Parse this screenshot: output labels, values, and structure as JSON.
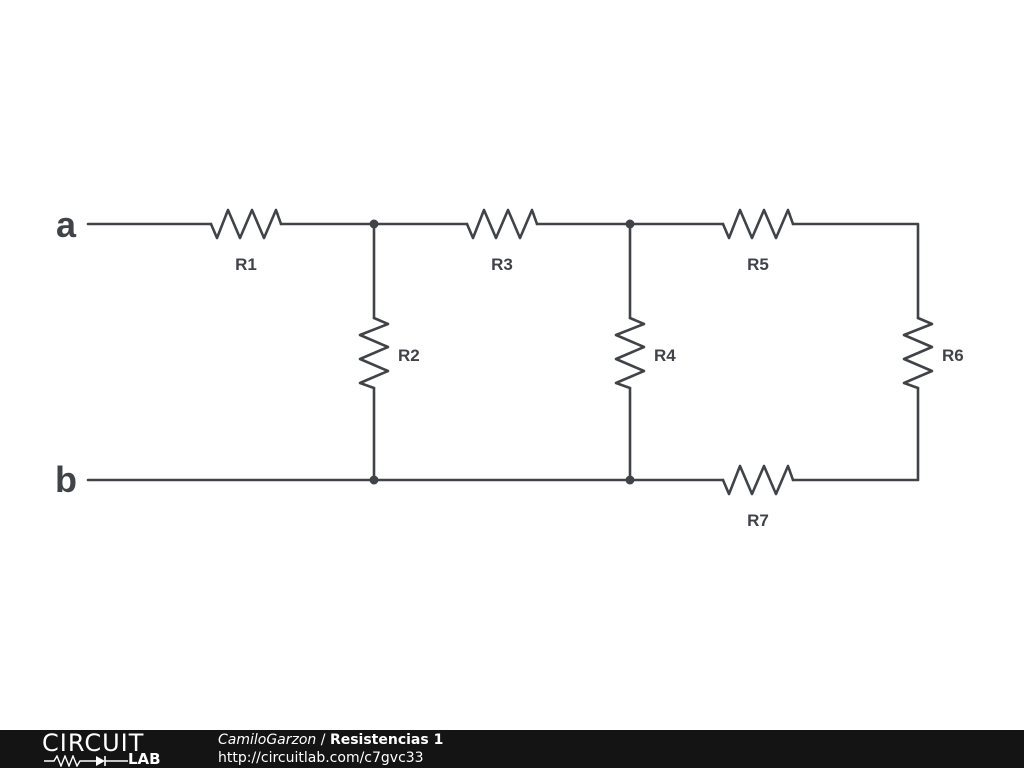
{
  "schematic": {
    "terminals": {
      "a": "a",
      "b": "b"
    },
    "resistors": {
      "r1": "R1",
      "r2": "R2",
      "r3": "R3",
      "r4": "R4",
      "r5": "R5",
      "r6": "R6",
      "r7": "R7"
    },
    "wire_color": "#404448"
  },
  "footer": {
    "logo_top": "CIRCUIT",
    "logo_bottom": "LAB",
    "author": "CamiloGarzon",
    "separator": " / ",
    "title": "Resistencias 1",
    "url": "http://circuitlab.com/c7gvc33",
    "background_color": "#141414"
  }
}
